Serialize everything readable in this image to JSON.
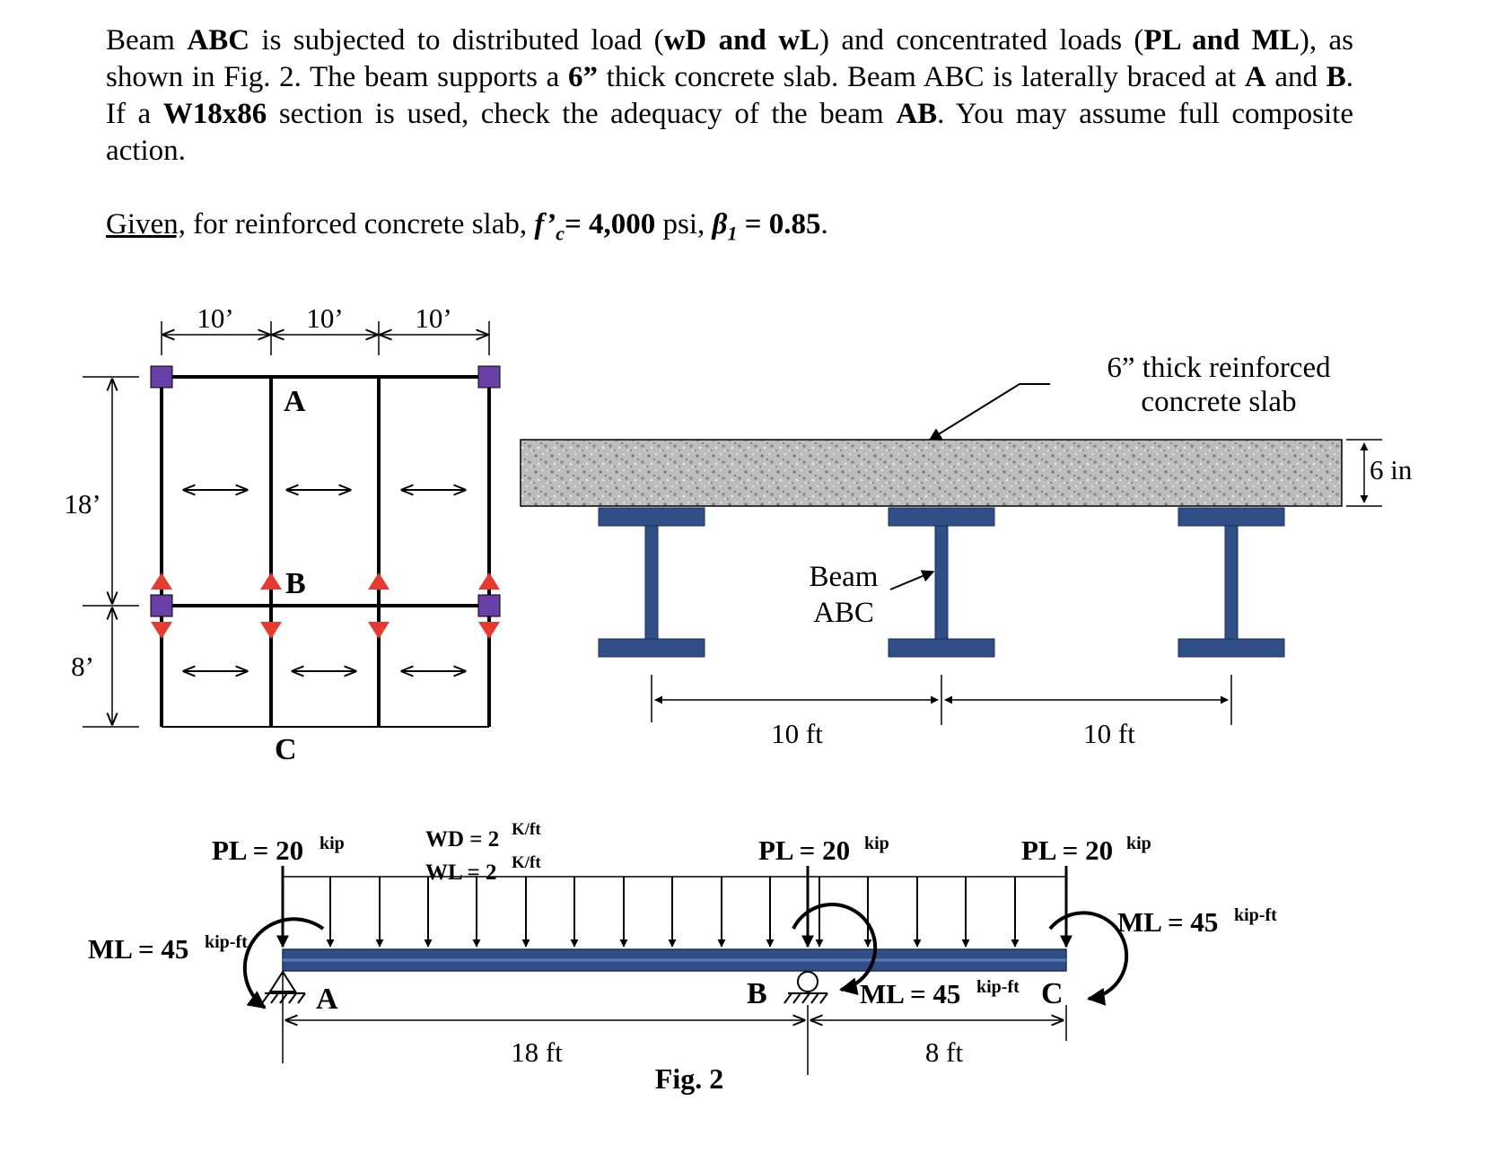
{
  "problem": {
    "s1": "Beam ",
    "b1": "ABC",
    "s2": " is subjected to distributed load (",
    "b2": "wD and wL",
    "s3": ") and concentrated loads (",
    "b3": "PL and ML",
    "s4": "), as shown in Fig. 2. The beam supports a ",
    "b4": "6”",
    "s5": " thick concrete slab. Beam ABC is laterally braced at ",
    "b5": "A",
    "s6": " and ",
    "b6": "B",
    "s7": ". If a ",
    "b7": "W18x86",
    "s8": " section is used, check the adequacy of the beam ",
    "b8": "AB",
    "s9": ". You may assume full composite action."
  },
  "given": {
    "label": "Given,",
    "s1": " for reinforced concrete slab, ",
    "fc_sym": "f’",
    "fc_sub": "c",
    "fc_val": "= 4,000",
    "fc_unit": " psi, ",
    "beta_sym": "β",
    "beta_sub": "1",
    "beta_val": " = 0.85",
    "end": "."
  },
  "plan": {
    "dims_top": [
      "10’",
      "10’",
      "10’"
    ],
    "dim_left_top": "18’",
    "dim_left_bottom": "8’",
    "label_a": "A",
    "label_b": "B",
    "label_c": "C"
  },
  "section": {
    "slab_label_1": "6” thick reinforced",
    "slab_label_2": "concrete slab",
    "thickness": "6 in",
    "beam_label_1": "Beam",
    "beam_label_2": "ABC",
    "span_1": "10 ft",
    "span_2": "10 ft"
  },
  "loads": {
    "pl_left": "PL = 20",
    "pl_unit": "kip",
    "pl_mid": "PL = 20",
    "pl_right": "PL = 20",
    "wd": "WD = 2",
    "wl": "WL = 2",
    "w_unit": "K/ft",
    "ml_left": "ML = 45",
    "ml_mid": "ML = 45",
    "ml_right": "ML = 45",
    "ml_unit": "kip-ft",
    "support_a": "A",
    "support_b": "B",
    "end_c": "C",
    "span_ab": "18 ft",
    "span_bc": "8 ft",
    "fig_label": "Fig. 2"
  },
  "colors": {
    "steel": "#2f4f86",
    "marker": "#6b3fa8",
    "arrow_red": "#e53a2f",
    "slab": "#b5b5b5"
  }
}
